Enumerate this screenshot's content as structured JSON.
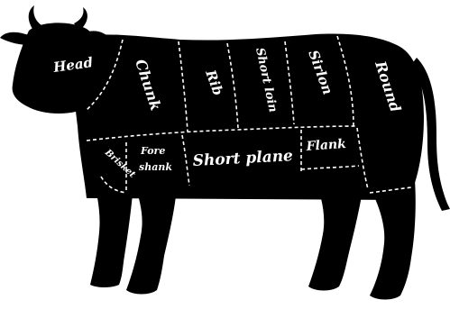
{
  "diagram": {
    "colors": {
      "silhouette": "#000000",
      "label": "#ffffff",
      "cut_line": "#ffffff",
      "background": "#ffffff"
    },
    "cuts": [
      {
        "id": "head",
        "label": "Head"
      },
      {
        "id": "chuck",
        "label": "Chunk"
      },
      {
        "id": "rib",
        "label": "Rib"
      },
      {
        "id": "short-loin",
        "label": "Short loin"
      },
      {
        "id": "sirloin",
        "label": "Sirlon"
      },
      {
        "id": "round",
        "label": "Round"
      },
      {
        "id": "brisket",
        "label": "Brisket"
      },
      {
        "id": "fore-shank",
        "label_line1": "Fore",
        "label_line2": "shank"
      },
      {
        "id": "short-plate",
        "label": "Short plane"
      },
      {
        "id": "flank",
        "label": "Flank"
      }
    ]
  }
}
